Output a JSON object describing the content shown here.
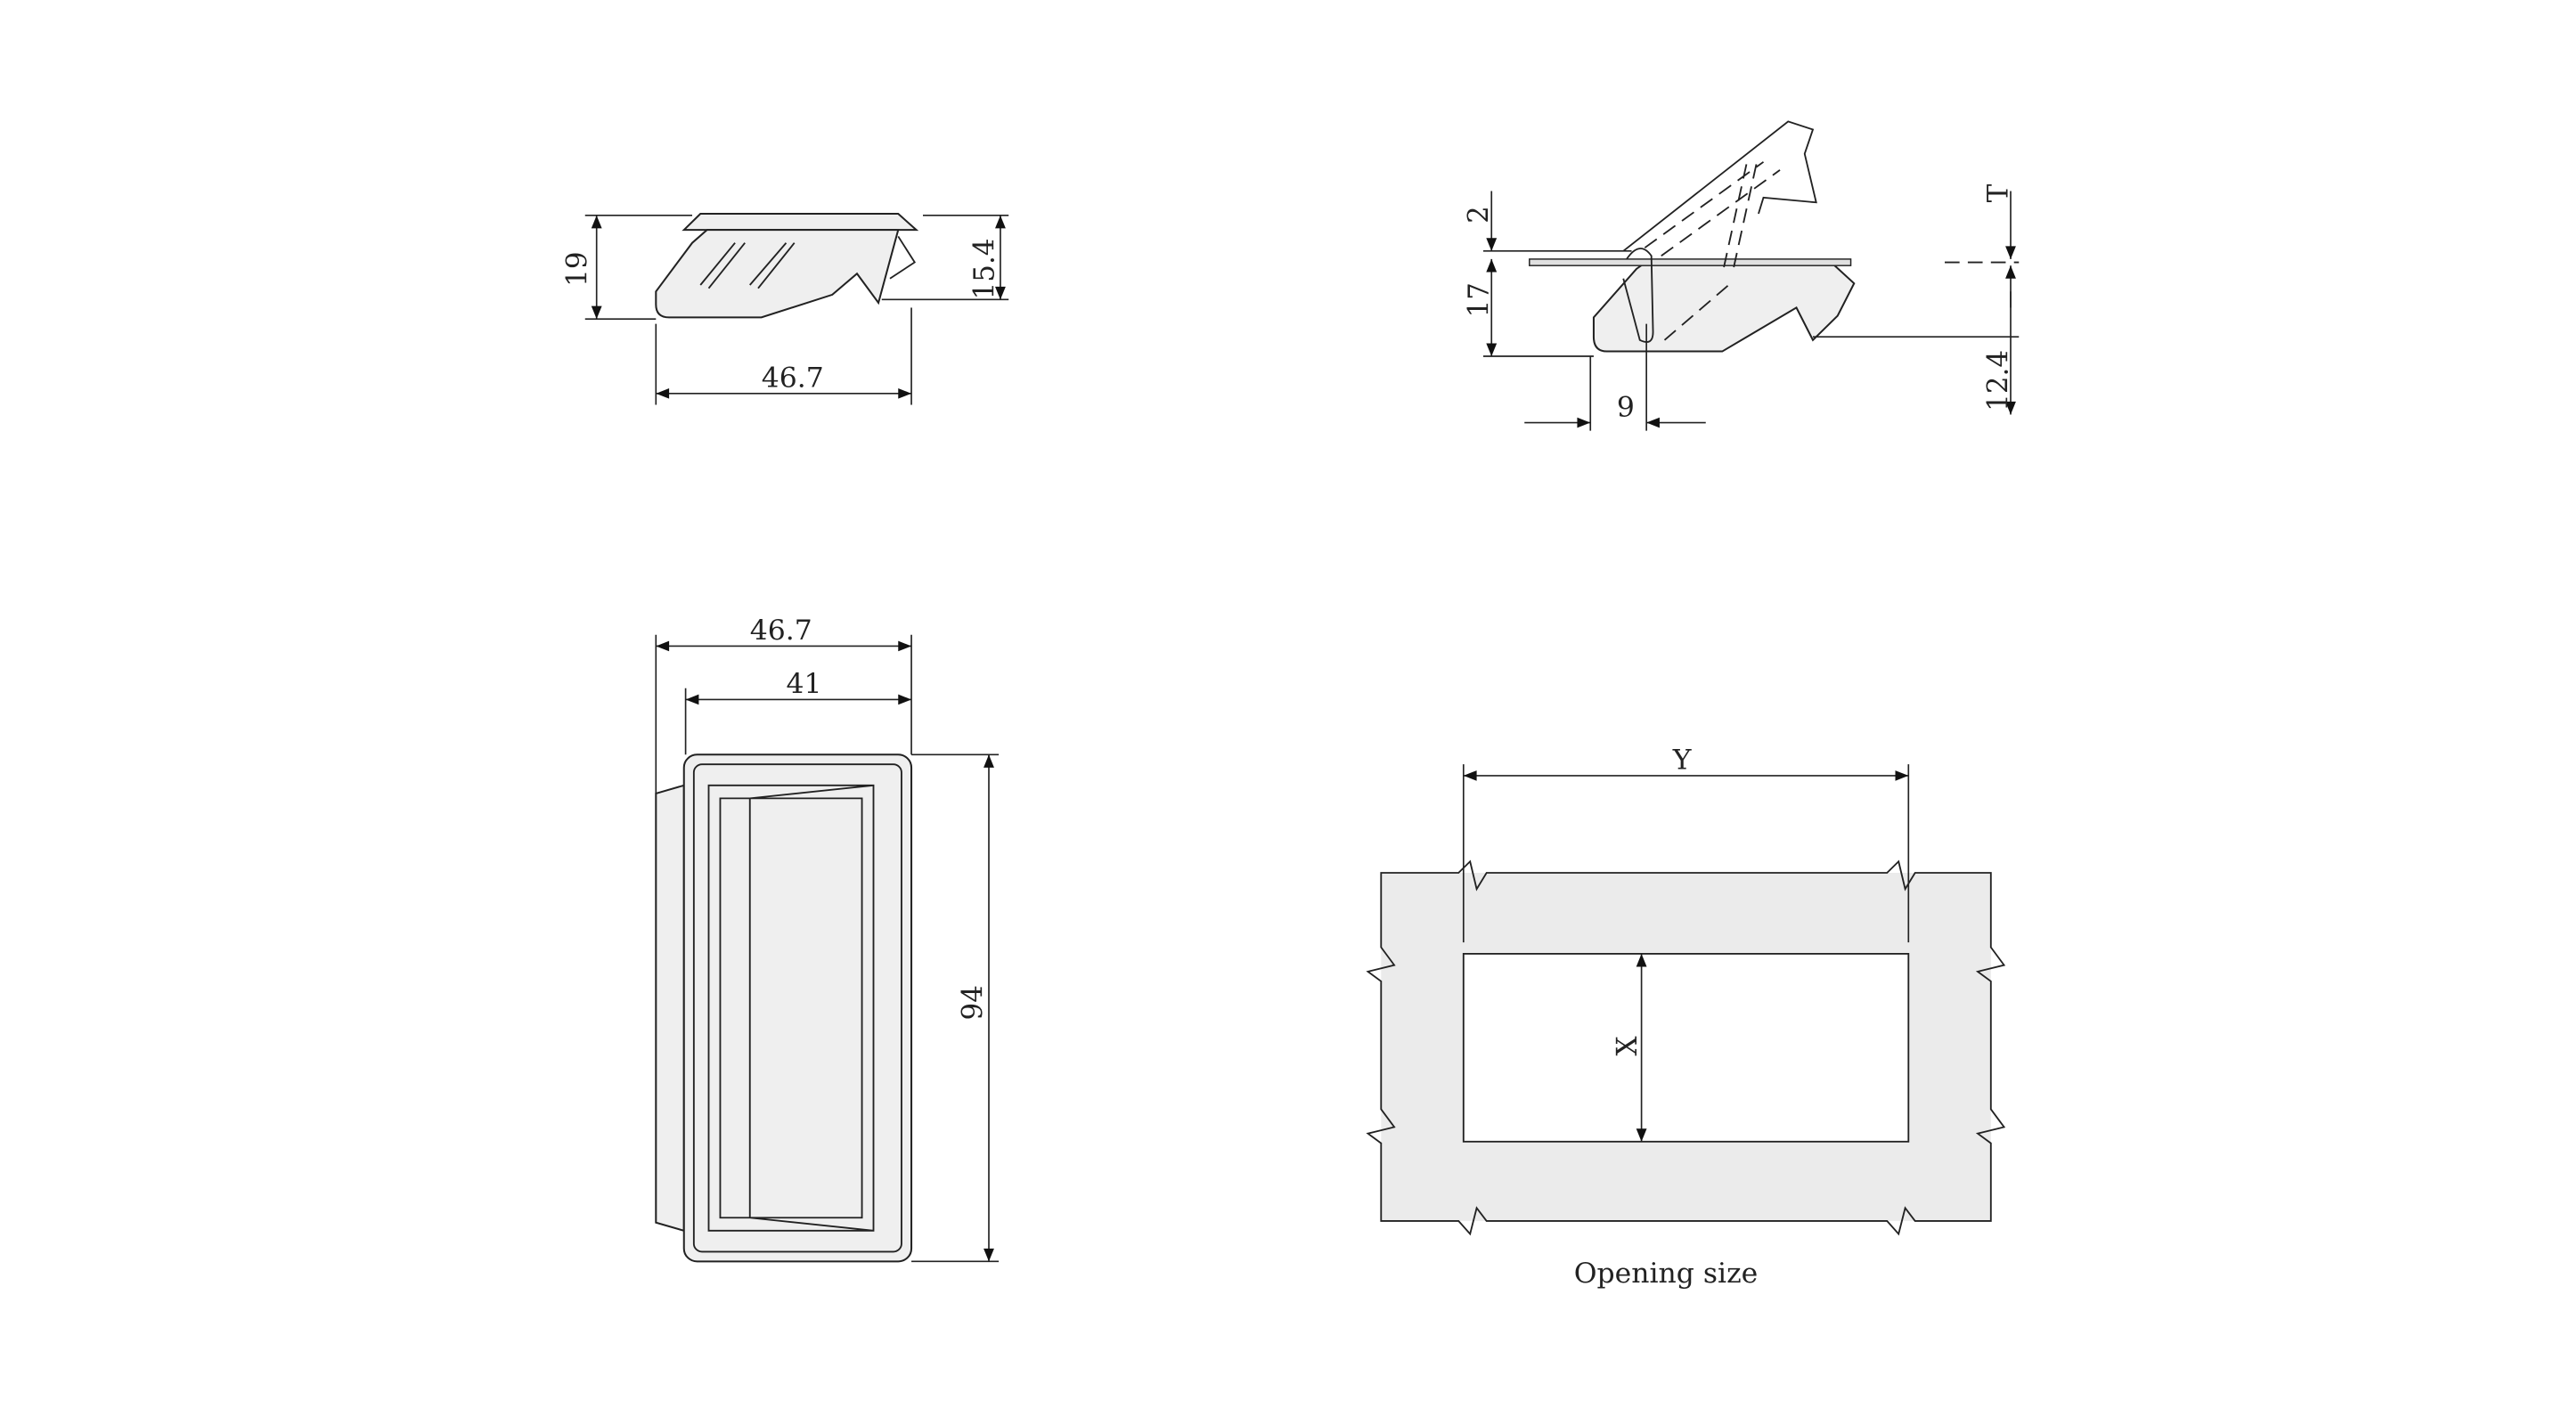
{
  "side_view": {
    "height_total": "19",
    "height_flange": "15.4",
    "width": "46.7"
  },
  "section_view": {
    "dim_top": "2",
    "dim_depth": "17",
    "dim_offset": "9",
    "dim_thickness": "T",
    "dim_right": "12.4"
  },
  "front_view": {
    "outer_width": "46.7",
    "inner_width": "41",
    "height": "94"
  },
  "opening": {
    "width_label": "Y",
    "height_label": "X",
    "caption": "Opening size"
  },
  "colors": {
    "fill": "#efefef",
    "line": "#222222"
  }
}
